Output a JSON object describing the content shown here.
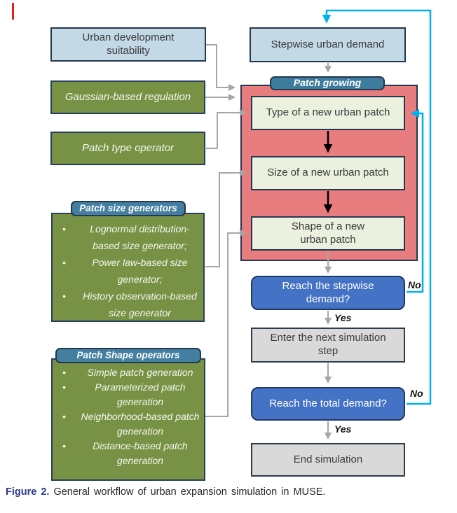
{
  "left_column": {
    "urban_dev": "Urban development suitability",
    "gaussian": "Gaussian-based regulation",
    "patch_type": "Patch type operator",
    "size_generators": {
      "title": "Patch size generators",
      "items": [
        "Lognormal distribution-based size generator;",
        "Power law-based size generator;",
        "History observation-based size generator"
      ]
    },
    "shape_operators": {
      "title": "Patch Shape operators",
      "items": [
        "Simple patch generation",
        "Parameterized patch generation",
        "Neighborhood-based patch generation",
        "Distance-based patch generation"
      ]
    }
  },
  "flow": {
    "stepwise_demand": "Stepwise urban demand",
    "patch_growing": "Patch growing",
    "type_patch": "Type of a new urban patch",
    "size_patch": "Size of a new urban patch",
    "shape_patch": "Shape of a new urban patch",
    "reach_stepwise": "Reach the stepwise demand?",
    "enter_next": "Enter the next simulation step",
    "reach_total": "Reach the total demand?",
    "end_simulation": "End simulation",
    "labels": {
      "yes_stepwise": "Yes",
      "yes_total": "Yes",
      "no_stepwise": "No",
      "no_total": "No"
    }
  },
  "caption": {
    "prefix": "Figure 2.",
    "text": "General workflow of urban expansion simulation in MUSE."
  },
  "colors": {
    "light_blue_box": "#c3d9e6",
    "green_box": "#789245",
    "teal_pill": "#447fa1",
    "red_container": "#e87d80",
    "cream_box": "#ebf1de",
    "blue_decision": "#4472c4",
    "gray_box": "#d9d9d9",
    "navy_border": "#26384f",
    "gray_connector": "#a6a6a6",
    "cyan_loop": "#00b0f0",
    "black_connector": "#000000",
    "caption_label": "#2b3a92",
    "red_mark": "#ee1c25"
  }
}
